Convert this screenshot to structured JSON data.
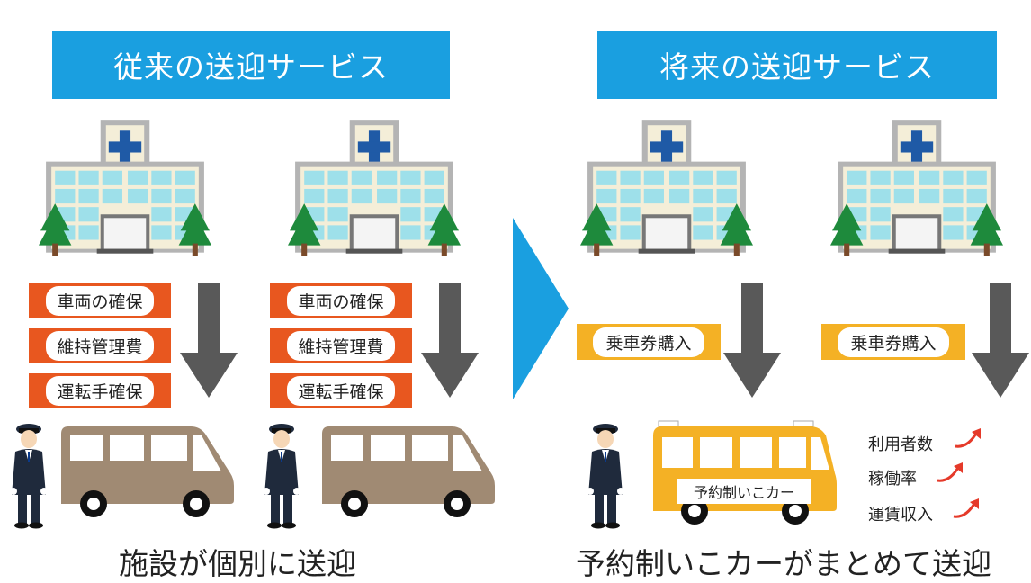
{
  "left_header": "従来の送迎サービス",
  "right_header": "将来の送迎サービス",
  "left_tags": [
    "車両の確保",
    "維持管理費",
    "運転手確保"
  ],
  "right_tag": "乗車券購入",
  "bus_label": "予約制いこカー",
  "metrics": [
    "利用者数",
    "稼働率",
    "運賃収入"
  ],
  "left_caption": "施設が個別に送迎",
  "right_caption": "予約制いこカーがまとめて送迎",
  "icons": [
    "hospital-icon",
    "tree-icon",
    "down-arrow-icon",
    "driver-icon",
    "van-icon",
    "bus-icon",
    "right-arrow-icon",
    "up-trend-arrow-icon"
  ],
  "colors": {
    "header_blue": "#1a9fe0",
    "tag_orange": "#e8571f",
    "tag_yellow": "#f4b125",
    "van_brown": "#a08a73",
    "bus_yellow": "#f4b125",
    "arrow_gray": "#595959",
    "trend_red": "#e53a2a"
  }
}
